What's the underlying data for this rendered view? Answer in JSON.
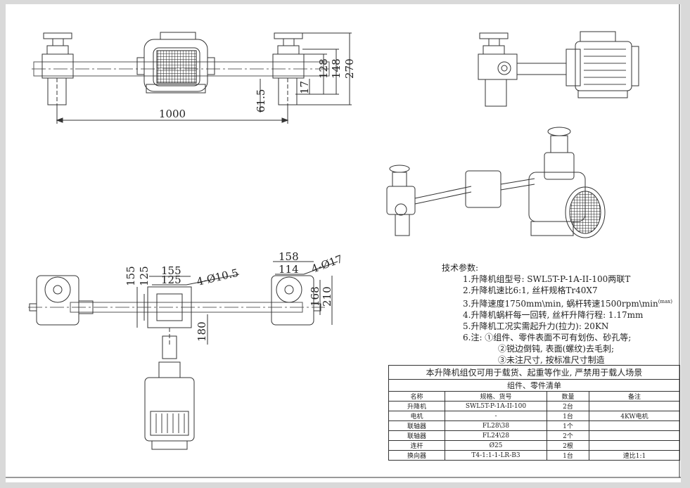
{
  "dimensions": {
    "top_view": [
      "1000",
      "61.5",
      "17",
      "128",
      "148",
      "270"
    ],
    "bottom_view": [
      "155",
      "125",
      "155",
      "125",
      "4-Ø10.5",
      "158",
      "114",
      "4-Ø17",
      "168",
      "210",
      "180"
    ]
  },
  "tech_params": {
    "title": "技术参数:",
    "items": [
      "1.升降机组型号: SWL5T-P-1A-II-100两联T",
      "2.升降机速比6:1, 丝杆规格Tr40X7",
      "3.升降速度1750mm\\min, 蜗杆转速1500rpm\\min",
      "4.升降机蜗杆每一回转, 丝杆升降行程: 1.17mm",
      "5.升降机工况实需起升力(拉力): 20KN",
      "6.注: ①组件、零件表面不可有划伤、砂孔等;"
    ],
    "sup": "(max)",
    "sub_items": [
      "②锐边倒钝, 表面(螺纹)去毛刺;",
      "③未注尺寸, 按标准尺寸制造"
    ]
  },
  "bom": {
    "warning": "本升降机组仅可用于载货、起重等作业, 严禁用于载人场景",
    "title": "组件、零件清单",
    "headers": [
      "名称",
      "规格、货号",
      "数量",
      "备注"
    ],
    "rows": [
      [
        "升降机",
        "SWL5T-P-1A-II-100",
        "2台",
        ""
      ],
      [
        "电机",
        "-",
        "1台",
        "4KW电机"
      ],
      [
        "联轴器",
        "FL28\\38",
        "1个",
        ""
      ],
      [
        "联轴器",
        "FL24\\28",
        "2个",
        ""
      ],
      [
        "连杆",
        "Ø25",
        "2根",
        ""
      ],
      [
        "换向器",
        "T4-1:1-1-LR-B3",
        "1台",
        "速比1:1"
      ]
    ]
  }
}
